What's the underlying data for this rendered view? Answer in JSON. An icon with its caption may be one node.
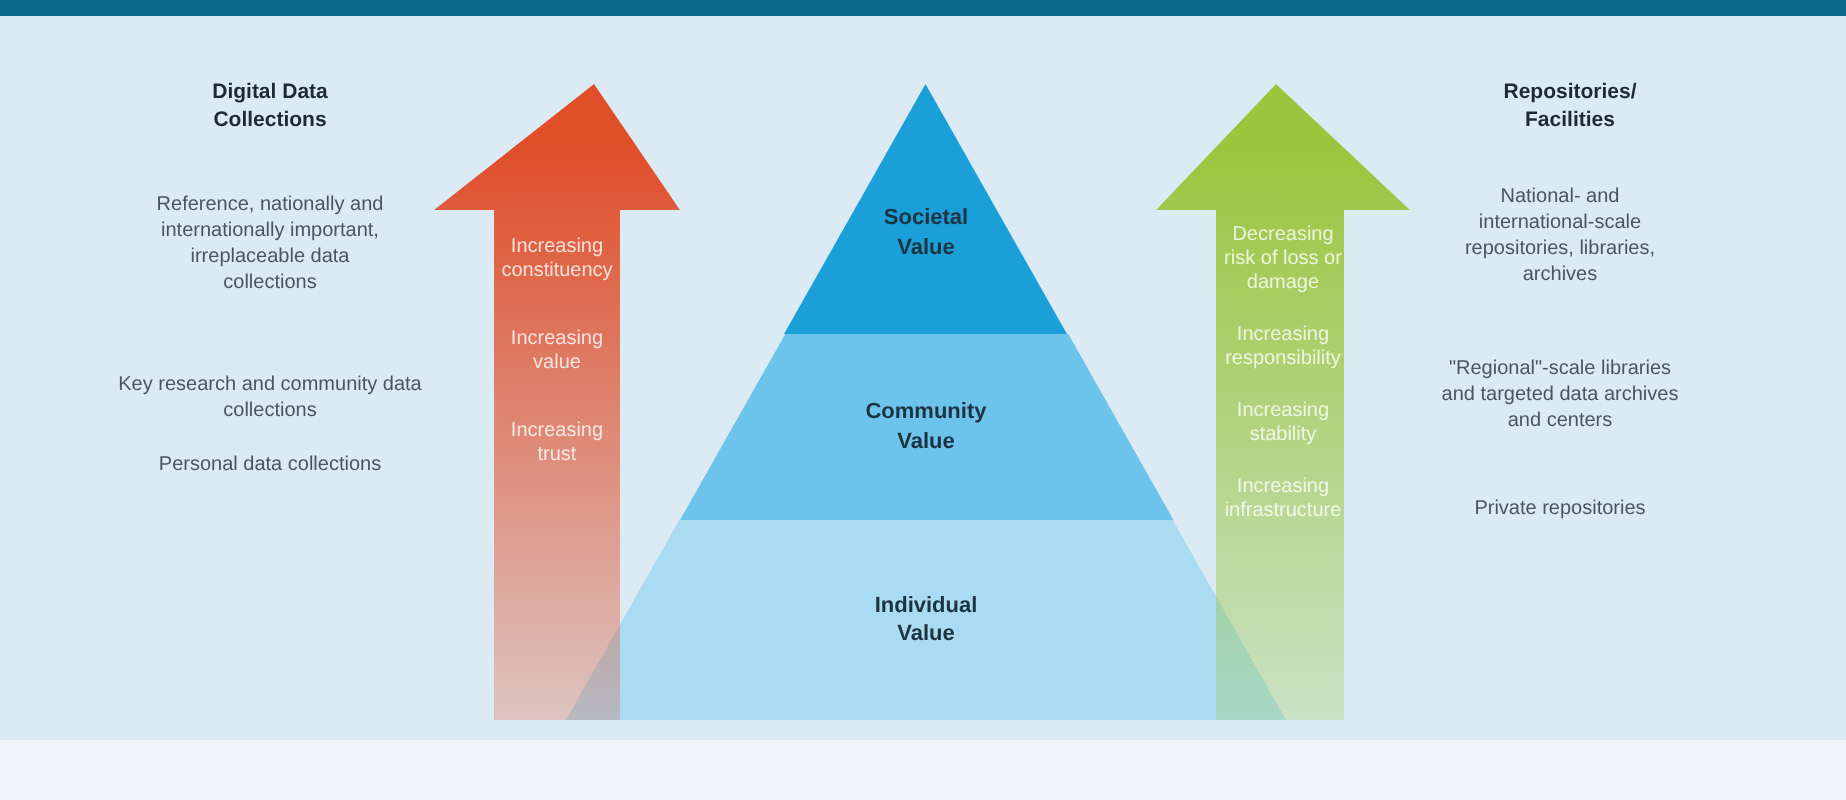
{
  "diagram": {
    "nodes": [
      {
        "text": [
          "Increasing constituency",
          "Increasing value",
          "Increasing trust"
        ]
      },
      {
        "text": [
          "Societal Value"
        ]
      },
      {
        "text": [
          "Community Value"
        ]
      },
      {
        "text": [
          "Individual Value"
        ]
      },
      {
        "text": [
          "Decreasing risk of loss or damage",
          "Increasing responsibility",
          "Increasing stability",
          "Increasing infrastructure"
        ]
      }
    ],
    "labels": [
      "Digital Data Collections",
      "Reference, nationally and internationally important, irreplaceable data collections",
      "Key research and community data collections",
      "Personal data collections",
      "Repositories/ Facilities",
      "National- and international-scale repositories, libraries, archives",
      "\"Regional\"-scale libraries and targeted data archives and centers",
      "Private repositories"
    ]
  }
}
